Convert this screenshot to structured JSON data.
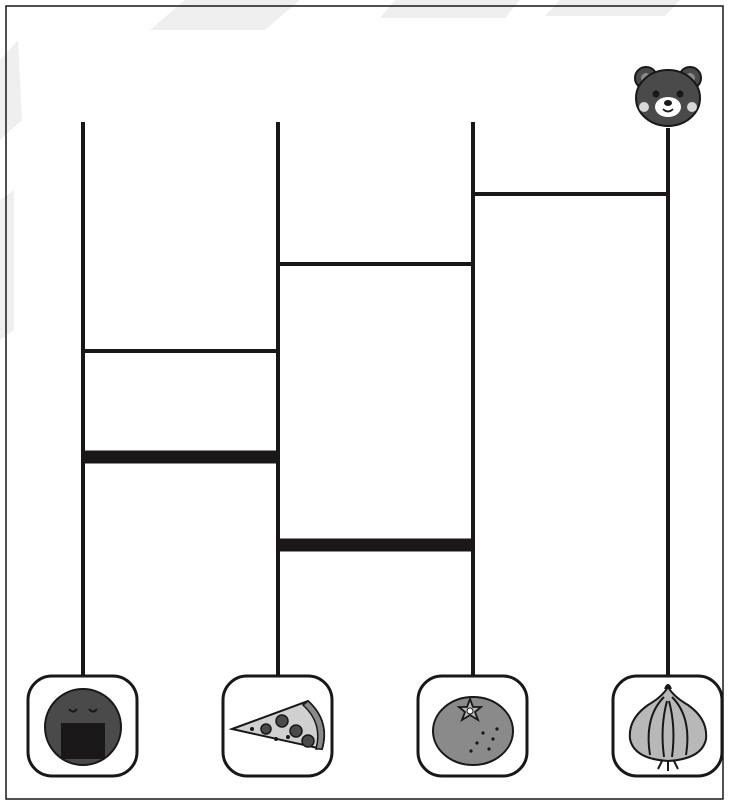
{
  "puzzle": {
    "start_character": {
      "icon": "bear-icon",
      "column": 4
    },
    "columns": 4,
    "rungs": [
      {
        "between": [
          3,
          4
        ],
        "thick": false
      },
      {
        "between": [
          2,
          3
        ],
        "thick": false
      },
      {
        "between": [
          1,
          2
        ],
        "thick": false
      },
      {
        "between": [
          1,
          2
        ],
        "thick": true
      },
      {
        "between": [
          2,
          3
        ],
        "thick": true
      }
    ],
    "endpoints": [
      {
        "column": 1,
        "icon": "onigiri-icon"
      },
      {
        "column": 2,
        "icon": "pizza-slice-icon"
      },
      {
        "column": 3,
        "icon": "mandarin-orange-icon"
      },
      {
        "column": 4,
        "icon": "onion-icon"
      }
    ]
  },
  "colors": {
    "line": "#1a1718",
    "icon_dark": "#4a4a4a",
    "icon_mid": "#8a8a8a",
    "icon_light": "#b8b8b8",
    "background_decoration": "#efefef"
  }
}
